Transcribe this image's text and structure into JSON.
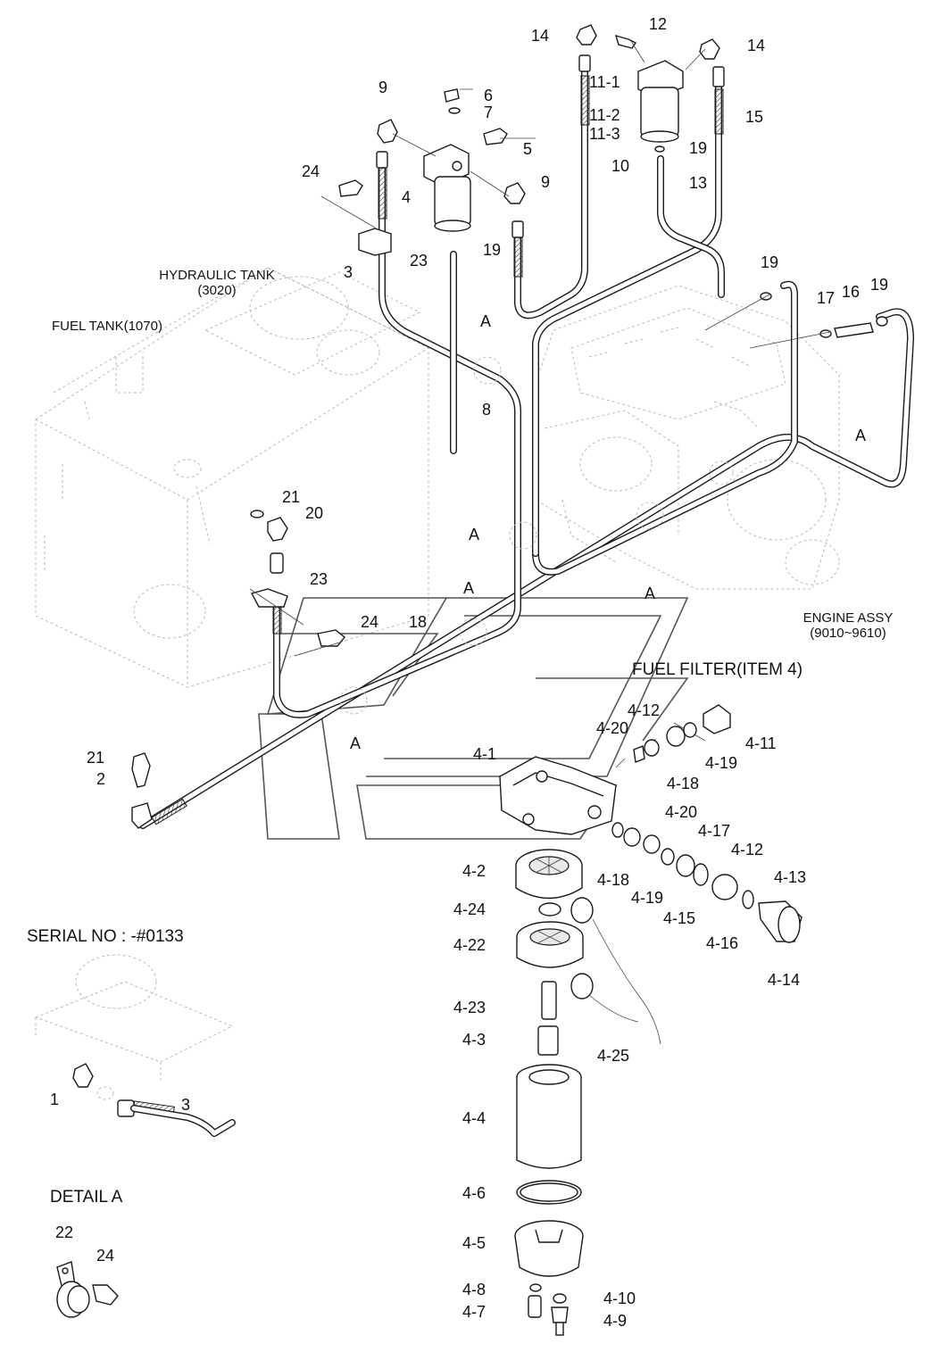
{
  "captions": {
    "hydraulic_tank": "HYDRAULIC TANK",
    "hydraulic_tank_no": "(3020)",
    "fuel_tank": "FUEL TANK(1070)",
    "engine_assy": "ENGINE ASSY",
    "engine_assy_no": "(9010~9610)",
    "fuel_filter": "FUEL FILTER(ITEM 4)",
    "serial_no": "SERIAL NO : -#0133",
    "detail_a": "DETAIL  A"
  },
  "callouts": {
    "c14a": "14",
    "c12": "12",
    "c14b": "14",
    "c11_1": "11-1",
    "c11_2": "11-2",
    "c11_3": "11-3",
    "c15": "15",
    "c10": "10",
    "c19a": "19",
    "c13": "13",
    "c9a": "9",
    "c6": "6",
    "c7": "7",
    "c5": "5",
    "c9b": "9",
    "c24a": "24",
    "c4": "4",
    "c19b": "19",
    "c23a": "23",
    "c3a": "3",
    "c19c": "19",
    "c17": "17",
    "c16": "16",
    "c19d": "19",
    "cA1": "A",
    "c8": "8",
    "cA2": "A",
    "c21a": "21",
    "c20": "20",
    "cA3": "A",
    "c23b": "23",
    "cA4": "A",
    "cA5": "A",
    "c24b": "24",
    "c18": "18",
    "cA6": "A",
    "c21b": "21",
    "c2": "2",
    "f4_12a": "4-12",
    "f4_20a": "4-20",
    "f4_11": "4-11",
    "f4_1": "4-1",
    "f4_19a": "4-19",
    "f4_18a": "4-18",
    "f4_20b": "4-20",
    "f4_17": "4-17",
    "f4_12b": "4-12",
    "f4_2": "4-2",
    "f4_18b": "4-18",
    "f4_13": "4-13",
    "f4_19b": "4-19",
    "f4_24": "4-24",
    "f4_15": "4-15",
    "f4_22": "4-22",
    "f4_16": "4-16",
    "f4_14": "4-14",
    "f4_23": "4-23",
    "f4_3": "4-3",
    "f4_25": "4-25",
    "f4_4": "4-4",
    "f4_6": "4-6",
    "f4_5": "4-5",
    "f4_8": "4-8",
    "f4_10": "4-10",
    "f4_7": "4-7",
    "f4_9": "4-9",
    "s1": "1",
    "s3": "3",
    "d22": "22",
    "d24": "24"
  }
}
